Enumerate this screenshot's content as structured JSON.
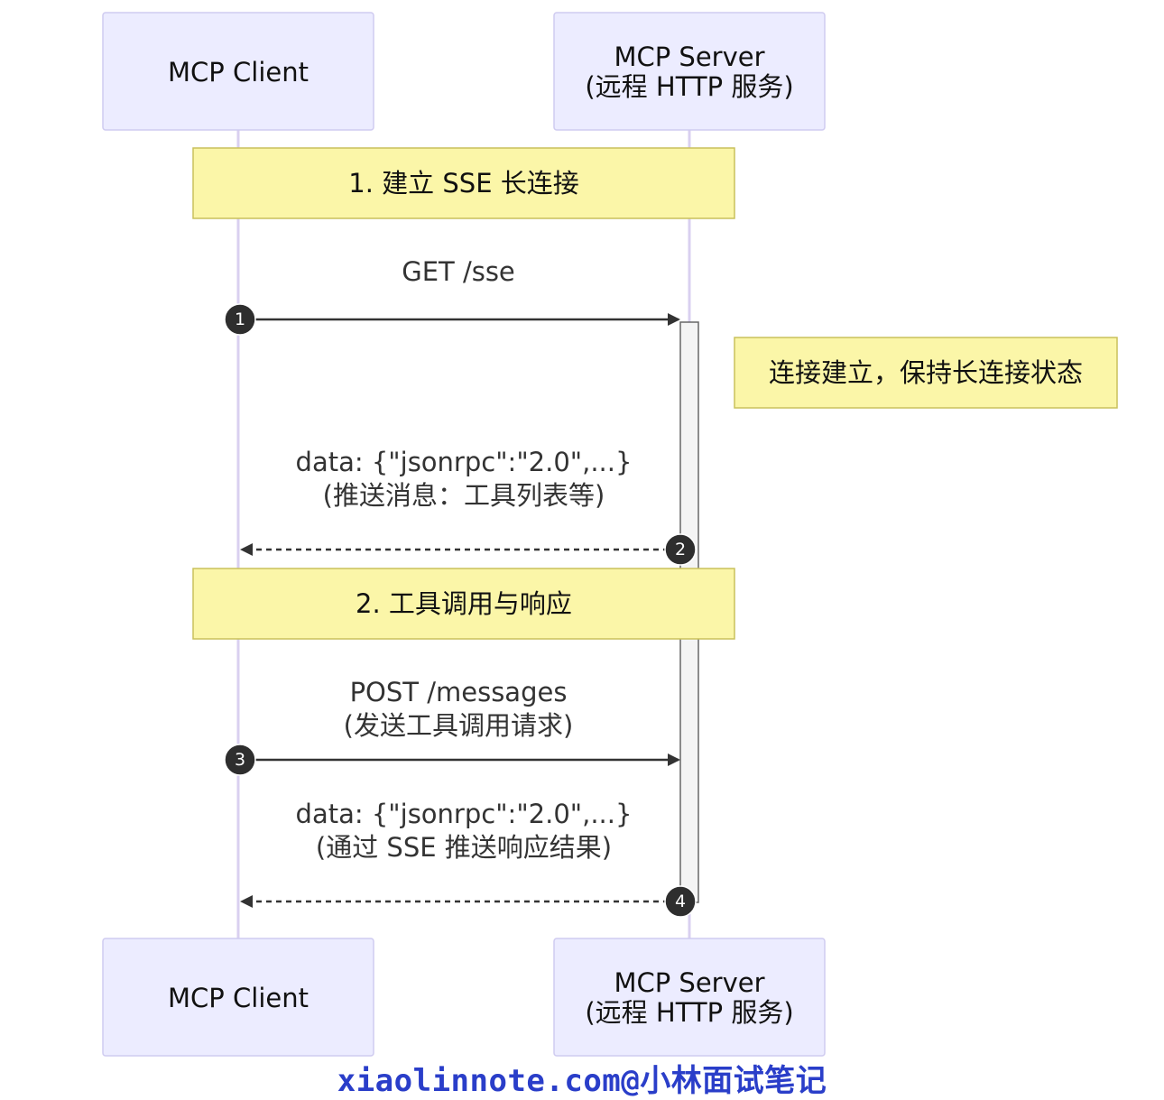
{
  "participants": [
    {
      "id": "client",
      "lines": [
        "MCP Client"
      ]
    },
    {
      "id": "server",
      "lines": [
        "MCP Server",
        "(远程 HTTP 服务)"
      ]
    }
  ],
  "notes": {
    "section1": "1. 建立 SSE 长连接",
    "section2": "2. 工具调用与响应",
    "side": "连接建立，保持长连接状态"
  },
  "messages": [
    {
      "seq": "1",
      "from": "client",
      "to": "server",
      "style": "solid",
      "lines": [
        "GET /sse"
      ]
    },
    {
      "seq": "2",
      "from": "server",
      "to": "client",
      "style": "dashed",
      "lines": [
        "data: {\"jsonrpc\":\"2.0\",...}",
        "(推送消息：工具列表等)"
      ]
    },
    {
      "seq": "3",
      "from": "client",
      "to": "server",
      "style": "solid",
      "lines": [
        "POST /messages",
        "(发送工具调用请求)"
      ]
    },
    {
      "seq": "4",
      "from": "server",
      "to": "client",
      "style": "dashed",
      "lines": [
        "data: {\"jsonrpc\":\"2.0\",...}",
        "(通过 SSE 推送响应结果)"
      ]
    }
  ],
  "watermark": "xiaolinnote.com@小林面试笔记",
  "colors": {
    "actor_fill": "#ececff",
    "actor_stroke": "#cfcbf0",
    "note_fill": "#fbf6a8",
    "note_stroke": "#c9c15c",
    "line": "#333333",
    "watermark": "#2a3ec9"
  }
}
